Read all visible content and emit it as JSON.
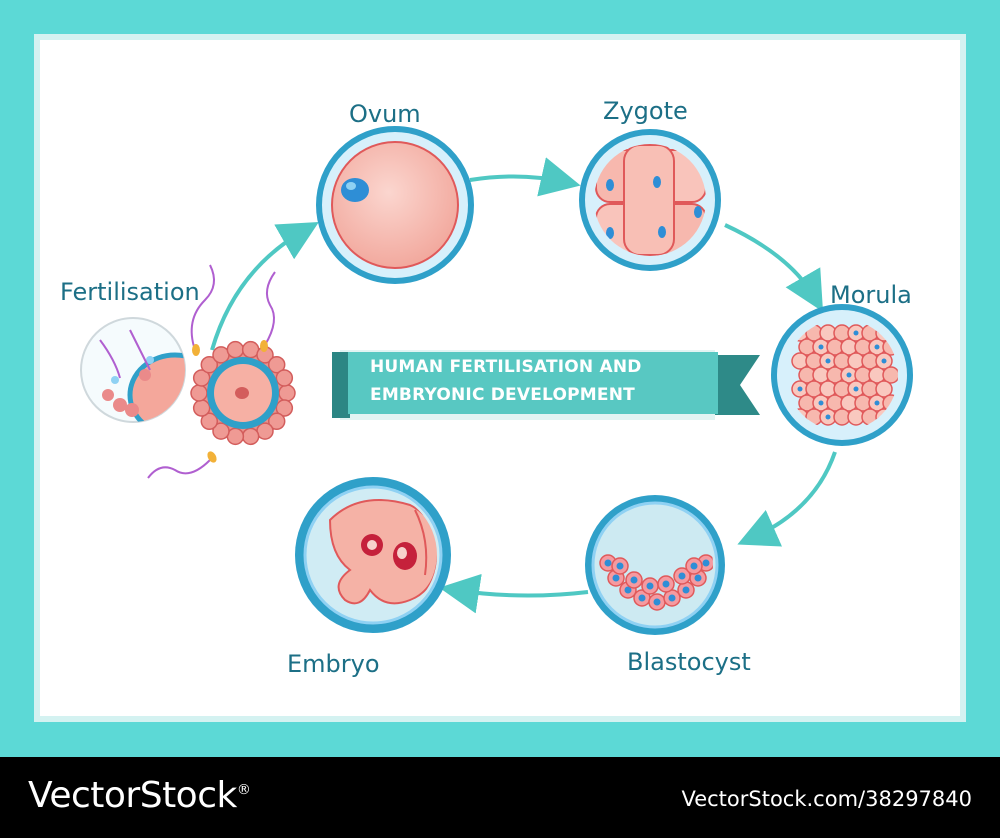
{
  "banner": {
    "line1": "HUMAN FERTILISATION AND",
    "line2": "EMBRYONIC DEVELOPMENT"
  },
  "stages": {
    "fertilisation": "Fertilisation",
    "ovum": "Ovum",
    "zygote": "Zygote",
    "morula": "Morula",
    "blastocyst": "Blastocyst",
    "embryo": "Embryo"
  },
  "footer": {
    "brand": "VectorStock",
    "registered": "®",
    "credit": "VectorStock.com/38297840"
  },
  "colors": {
    "frame": "#5cd9d6",
    "arrow": "#4fc8c3",
    "label": "#1c6f86",
    "cell_fill": "#f7b8ae",
    "cell_ring": "#2fa0c9"
  }
}
